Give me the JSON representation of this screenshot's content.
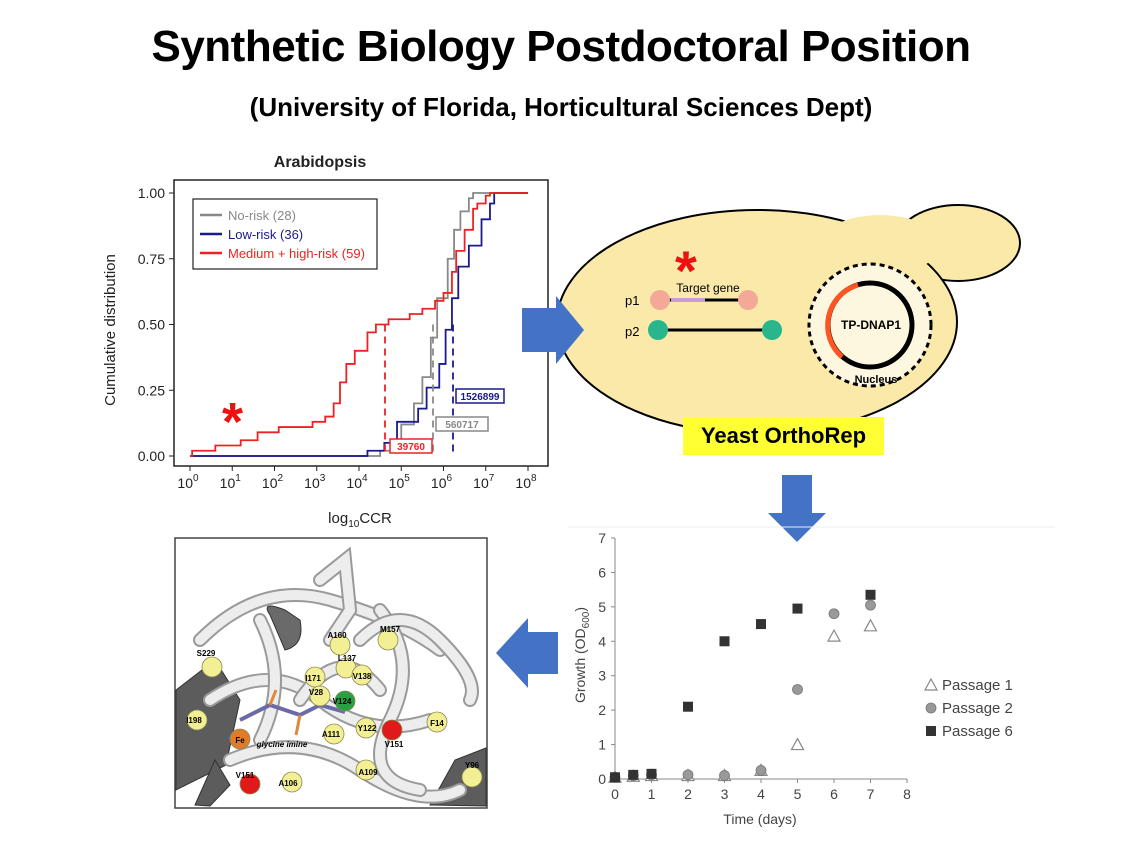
{
  "header": {
    "title": "Synthetic Biology Postdoctoral Position",
    "subtitle": "(University of Florida, Horticultural Sciences Dept)"
  },
  "cdf_chart": {
    "title": "Arabidopsis",
    "ylabel": "Cumulative distribution",
    "xlabel": "log10CCR",
    "yticks": [
      "0.00",
      "0.25",
      "0.50",
      "0.75",
      "1.00"
    ],
    "xtick_exponents": [
      "0",
      "1",
      "2",
      "3",
      "4",
      "5",
      "6",
      "7",
      "8"
    ],
    "legend": [
      {
        "label": "No-risk (28)",
        "color": "#888888"
      },
      {
        "label": "Low-risk (36)",
        "color": "#1a1a8c"
      },
      {
        "label": "Medium + high-risk (59)",
        "color": "#ee2222"
      }
    ],
    "annotations": [
      {
        "text": "39760",
        "color": "#ee2222"
      },
      {
        "text": "560717",
        "color": "#888888"
      },
      {
        "text": "1526899",
        "color": "#1a1a8c"
      }
    ],
    "star": "*"
  },
  "yeast_diagram": {
    "star": "*",
    "target_gene": "Target gene",
    "p1": "p1",
    "p2": "p2",
    "polymerase": "TP-DNAP1",
    "nucleus": "Nucleus",
    "label": "Yeast OrthoRep"
  },
  "protein_structure": {
    "residues": [
      "A160",
      "M157",
      "S229",
      "L137",
      "V138",
      "I171",
      "V28",
      "V124",
      "I198",
      "A111",
      "Y122",
      "F14",
      "Fe",
      "V151",
      "V151",
      "A106",
      "A109",
      "Y96"
    ],
    "ligand_label": "glycine imine"
  },
  "chart_data": {
    "type": "scatter",
    "title": "",
    "xlabel": "Time (days)",
    "ylabel": "Growth (OD600)",
    "xlim": [
      0,
      8
    ],
    "ylim": [
      0,
      7
    ],
    "xticks": [
      0,
      1,
      2,
      3,
      4,
      5,
      6,
      7,
      8
    ],
    "yticks": [
      0,
      1,
      2,
      3,
      4,
      5,
      6,
      7
    ],
    "legend_position": "right",
    "series": [
      {
        "name": "Passage 1",
        "marker": "triangle-open",
        "color": "#888888",
        "x": [
          0,
          0.5,
          1,
          2,
          3,
          4,
          5,
          6,
          7
        ],
        "y": [
          0.05,
          0.08,
          0.1,
          0.1,
          0.1,
          0.25,
          1.0,
          4.15,
          4.45
        ]
      },
      {
        "name": "Passage 2",
        "marker": "circle",
        "color": "#999999",
        "x": [
          0,
          0.5,
          1,
          2,
          3,
          4,
          5,
          6,
          7
        ],
        "y": [
          0.05,
          0.1,
          0.12,
          0.12,
          0.1,
          0.25,
          2.6,
          4.8,
          5.05
        ]
      },
      {
        "name": "Passage 6",
        "marker": "square",
        "color": "#333333",
        "x": [
          0,
          0.5,
          1,
          2,
          3,
          4,
          5,
          7
        ],
        "y": [
          0.05,
          0.12,
          0.15,
          2.1,
          4.0,
          4.5,
          4.95,
          5.35
        ]
      }
    ]
  }
}
